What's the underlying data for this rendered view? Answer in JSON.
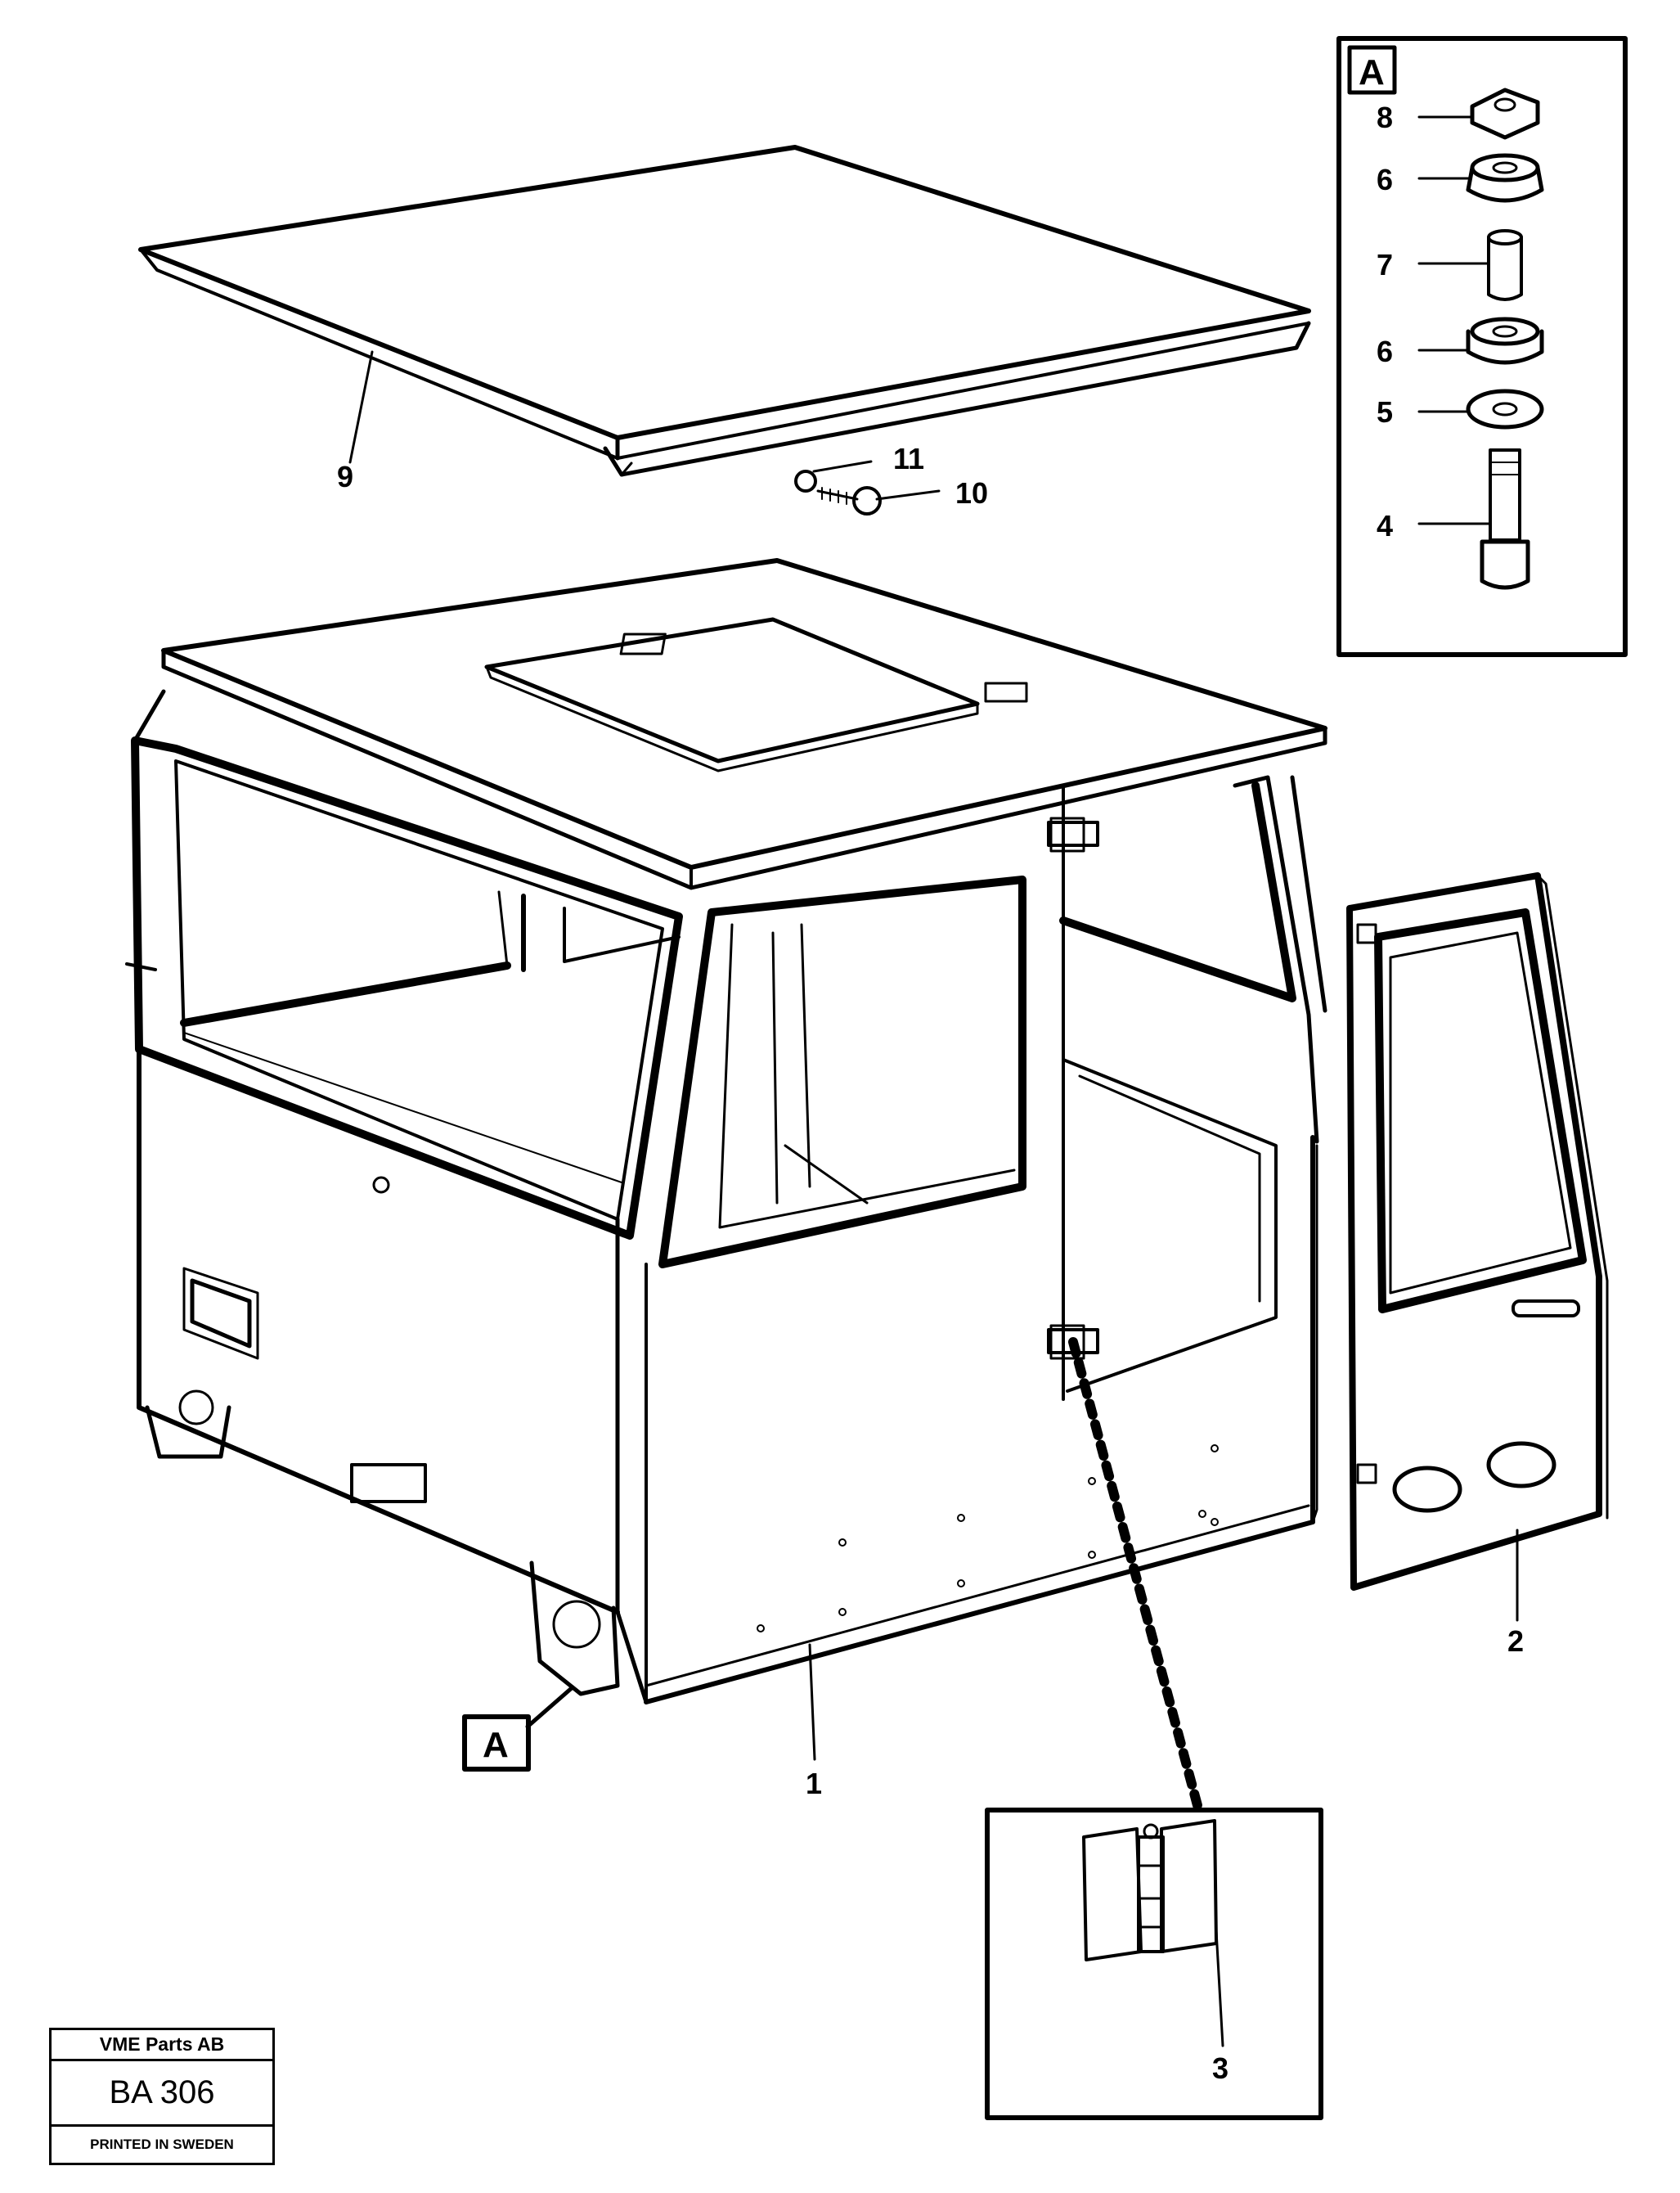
{
  "callouts": {
    "c1": "1",
    "c2": "2",
    "c3": "3",
    "c4": "4",
    "c5": "5",
    "c6a": "6",
    "c6b": "6",
    "c7": "7",
    "c8": "8",
    "c9": "9",
    "c10": "10",
    "c11": "11"
  },
  "detail_box_letter": "A",
  "reference_letter": "A",
  "title_block": {
    "company": "VME Parts AB",
    "code": "BA 306",
    "printed": "PRINTED IN SWEDEN"
  }
}
